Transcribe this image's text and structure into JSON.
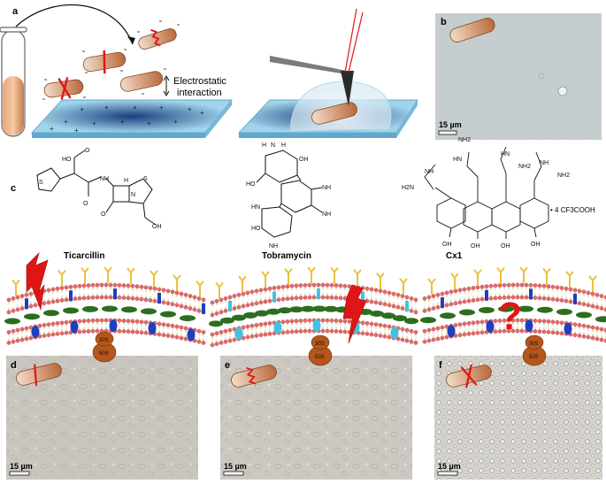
{
  "panels": {
    "a": "a",
    "b": "b",
    "c": "c",
    "d": "d",
    "e": "e",
    "f": "f"
  },
  "annotation": {
    "line1": "Electrostatic",
    "line2": "interaction"
  },
  "compounds": {
    "ticarcillin": "Ticarcillin",
    "tobramycin": "Tobramycin",
    "cx1": "Cx1",
    "salt": "• 4 CF3COOH"
  },
  "ribosome": {
    "small": "30S",
    "large": "50S"
  },
  "scale_bar": "15 µm",
  "atoms": {
    "s": "S",
    "oh": "OH",
    "ho": "HO",
    "o": "O",
    "h": "H",
    "n": "N",
    "nh": "NH",
    "hn": "HN",
    "nh2": "NH2",
    "h2n": "H2N"
  },
  "colors": {
    "bacterium": "#c77b4a",
    "glass": "#8ecde3",
    "lipid_head": "#e06a6a",
    "lps": "#e9c23a",
    "porin": "#2d6e1e",
    "blue_protein": "#1f3fbf",
    "cyan_protein": "#3fc3e0",
    "red_mark": "#e01616",
    "ribosome": "#b5561c",
    "micrograph": "#c9c6bf"
  }
}
